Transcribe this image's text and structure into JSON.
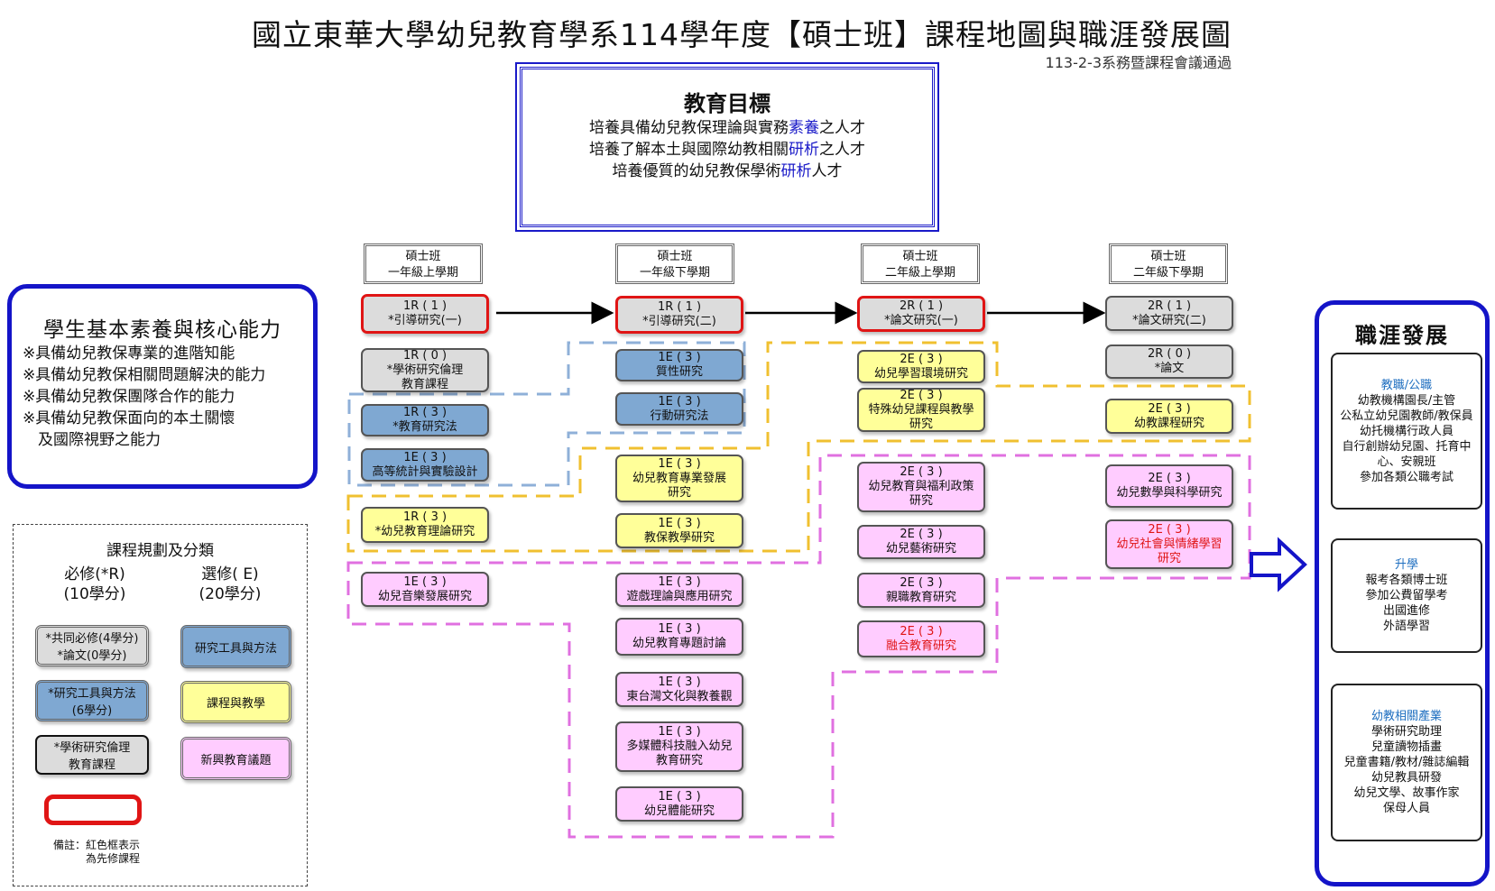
{
  "title": "國立東華大學幼兒教育學系114學年度【碩士班】課程地圖與職涯發展圖",
  "subtitle": "113-2-3系務暨課程會議通過",
  "goals": {
    "heading": "教育目標",
    "lines": [
      {
        "pre": "培養具備幼兒教保理論與實務",
        "hl": "素養",
        "post": "之人才"
      },
      {
        "pre": "培養了解本土與國際幼教相關",
        "hl": "研析",
        "post": "之人才"
      },
      {
        "pre": "培養優質的幼兒教保學術",
        "hl": "研析",
        "post": "人才"
      }
    ]
  },
  "core": {
    "heading": "學生基本素養與核心能力",
    "items": [
      "※具備幼兒教保專業的進階知能",
      "※具備幼兒教保相關問題解決的能力",
      "※具備幼兒教保團隊合作的能力",
      "※具備幼兒教保面向的本土關懷",
      "　及國際視野之能力"
    ]
  },
  "semesters": [
    {
      "line1": "碩士班",
      "line2": "一年級上學期"
    },
    {
      "line1": "碩士班",
      "line2": "一年級下學期"
    },
    {
      "line1": "碩士班",
      "line2": "二年級上學期"
    },
    {
      "line1": "碩士班",
      "line2": "二年級下學期"
    }
  ],
  "courses": [
    [
      {
        "code": "1R ( 1 )",
        "name": "*引導研究(一)",
        "type": "gray",
        "prereq": true
      },
      {
        "code": "1R ( 0 )",
        "name": "*學術研究倫理\n教育課程",
        "type": "gray"
      },
      {
        "code": "1R ( 3 )",
        "name": "*教育研究法",
        "type": "blue"
      },
      {
        "code": "1E ( 3 )",
        "name": "高等統計與實驗設計",
        "type": "blue"
      },
      {
        "code": "1R ( 3 )",
        "name": "*幼兒教育理論研究",
        "type": "yellow"
      },
      {
        "code": "1E ( 3 )",
        "name": "幼兒音樂發展研究",
        "type": "pink"
      }
    ],
    [
      {
        "code": "1R ( 1 )",
        "name": "*引導研究(二)",
        "type": "gray",
        "prereq": true
      },
      {
        "code": "1E ( 3 )",
        "name": "質性研究",
        "type": "blue"
      },
      {
        "code": "1E ( 3 )",
        "name": "行動研究法",
        "type": "blue"
      },
      {
        "code": "1E ( 3 )",
        "name": "幼兒教育專業發展\n研究",
        "type": "yellow"
      },
      {
        "code": "1E ( 3 )",
        "name": "教保教學研究",
        "type": "yellow"
      },
      {
        "code": "1E ( 3 )",
        "name": "遊戲理論與應用研究",
        "type": "pink"
      },
      {
        "code": "1E ( 3 )",
        "name": "幼兒教育專題討論",
        "type": "pink"
      },
      {
        "code": "1E ( 3 )",
        "name": "東台灣文化與教養觀",
        "type": "pink"
      },
      {
        "code": "1E ( 3 )",
        "name": "多媒體科技融入幼兒\n教育研究",
        "type": "pink"
      },
      {
        "code": "1E ( 3 )",
        "name": "幼兒體能研究",
        "type": "pink"
      }
    ],
    [
      {
        "code": "2R ( 1 )",
        "name": "*論文研究(一)",
        "type": "gray",
        "prereq": true
      },
      {
        "code": "2E ( 3 )",
        "name": "幼兒學習環境研究",
        "type": "yellow"
      },
      {
        "code": "2E ( 3 )",
        "name": "特殊幼兒課程與教學\n研究",
        "type": "yellow"
      },
      {
        "code": "2E ( 3 )",
        "name": "幼兒教育與福利政策\n研究",
        "type": "pink"
      },
      {
        "code": "2E ( 3 )",
        "name": "幼兒藝術研究",
        "type": "pink"
      },
      {
        "code": "2E ( 3 )",
        "name": "親職教育研究",
        "type": "pink"
      },
      {
        "code": "2E ( 3 )",
        "name": "融合教育研究",
        "type": "pink",
        "red_text": true
      }
    ],
    [
      {
        "code": "2R ( 1 )",
        "name": "*論文研究(二)",
        "type": "gray"
      },
      {
        "code": "2R ( 0 )",
        "name": "*論文",
        "type": "gray"
      },
      {
        "code": "2E ( 3 )",
        "name": "幼教課程研究",
        "type": "yellow"
      },
      {
        "code": "2E ( 3 )",
        "name": "幼兒數學與科學研究",
        "type": "pink"
      },
      {
        "code": "2E ( 3 )",
        "name": "幼兒社會與情緒學習\n研究",
        "type": "pink",
        "red_text": true
      }
    ]
  ],
  "legend": {
    "heading": "課程規劃及分類",
    "required": {
      "line1": "必修(*R)",
      "line2": "(10學分)"
    },
    "elective": {
      "line1": "選修( E)",
      "line2": "(20學分)"
    },
    "required_items": [
      "*共同必修(4學分)\n*論文(0學分)",
      "*研究工具與方法\n(6學分)",
      "*學術研究倫理\n教育課程"
    ],
    "elective_items": [
      "研究工具與方法",
      "課程與教學",
      "新興教育議題"
    ],
    "note_label": "備註：",
    "note_text": "紅色框表示\n為先修課程"
  },
  "career": {
    "heading": "職涯發展",
    "groups": [
      {
        "title": "教職/公職",
        "items": [
          "幼教機構園長/主管",
          "公私立幼兒園教師/教保員",
          "幼托機構行政人員",
          "自行創辦幼兒園、托育中心、安親班",
          "參加各類公職考試"
        ]
      },
      {
        "title": "升學",
        "items": [
          "報考各類博士班",
          "參加公費留學考",
          "出國進修",
          "外語學習"
        ]
      },
      {
        "title": "幼教相關產業",
        "items": [
          "學術研究助理",
          "兒童讀物插畫",
          "兒童書籍/教材/雜誌編輯",
          "幼兒教具研發",
          "幼兒文學、故事作家",
          "保母人員"
        ]
      }
    ]
  },
  "colors": {
    "gray": "#dcdcdc",
    "blue": "#7fa8d2",
    "yellow": "#ffff99",
    "pink": "#ffccff",
    "prereq_border": "#e01515",
    "frame_blue": "#1414c8"
  }
}
